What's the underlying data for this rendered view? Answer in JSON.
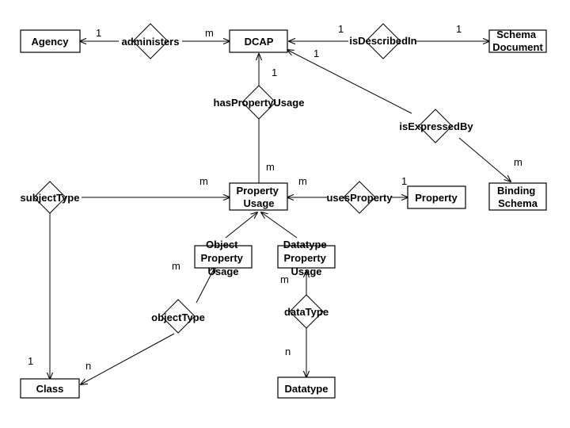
{
  "entities": {
    "agency": "Agency",
    "dcap": "DCAP",
    "schema_document": [
      "Schema",
      "Document"
    ],
    "property_usage": [
      "Property",
      "Usage"
    ],
    "property": "Property",
    "binding_schema": [
      "Binding",
      "Schema"
    ],
    "object_property_usage": [
      "Object",
      "Property",
      "Usage"
    ],
    "datatype_property_usage": [
      "Datatype",
      "Property",
      "Usage"
    ],
    "class": "Class",
    "datatype": "Datatype"
  },
  "relationships": {
    "administers": "administers",
    "is_described_in": "isDescribedIn",
    "has_property_usage": "hasPropertyUsage",
    "is_expressed_by": "isExpressedBy",
    "subject_type": "subjectType",
    "uses_property": "usesProperty",
    "object_type": "objectType",
    "data_type": "dataType"
  },
  "cardinalities": {
    "agency_administers": "1",
    "dcap_administers": "m",
    "dcap_is_described_in": "1",
    "schema_is_described_in": "1",
    "dcap_is_expressed_by": "1",
    "dcap_has_property_usage": "1",
    "binding_is_expressed_by": "m",
    "pu_has_property_usage": "m",
    "pu_subject_type": "m",
    "pu_uses_property": "m",
    "property_uses_property": "1",
    "opu_object_type": "m",
    "dpu_data_type": "m",
    "class_subject_type": "1",
    "class_object_type": "n",
    "datatype_data_type": "n"
  }
}
